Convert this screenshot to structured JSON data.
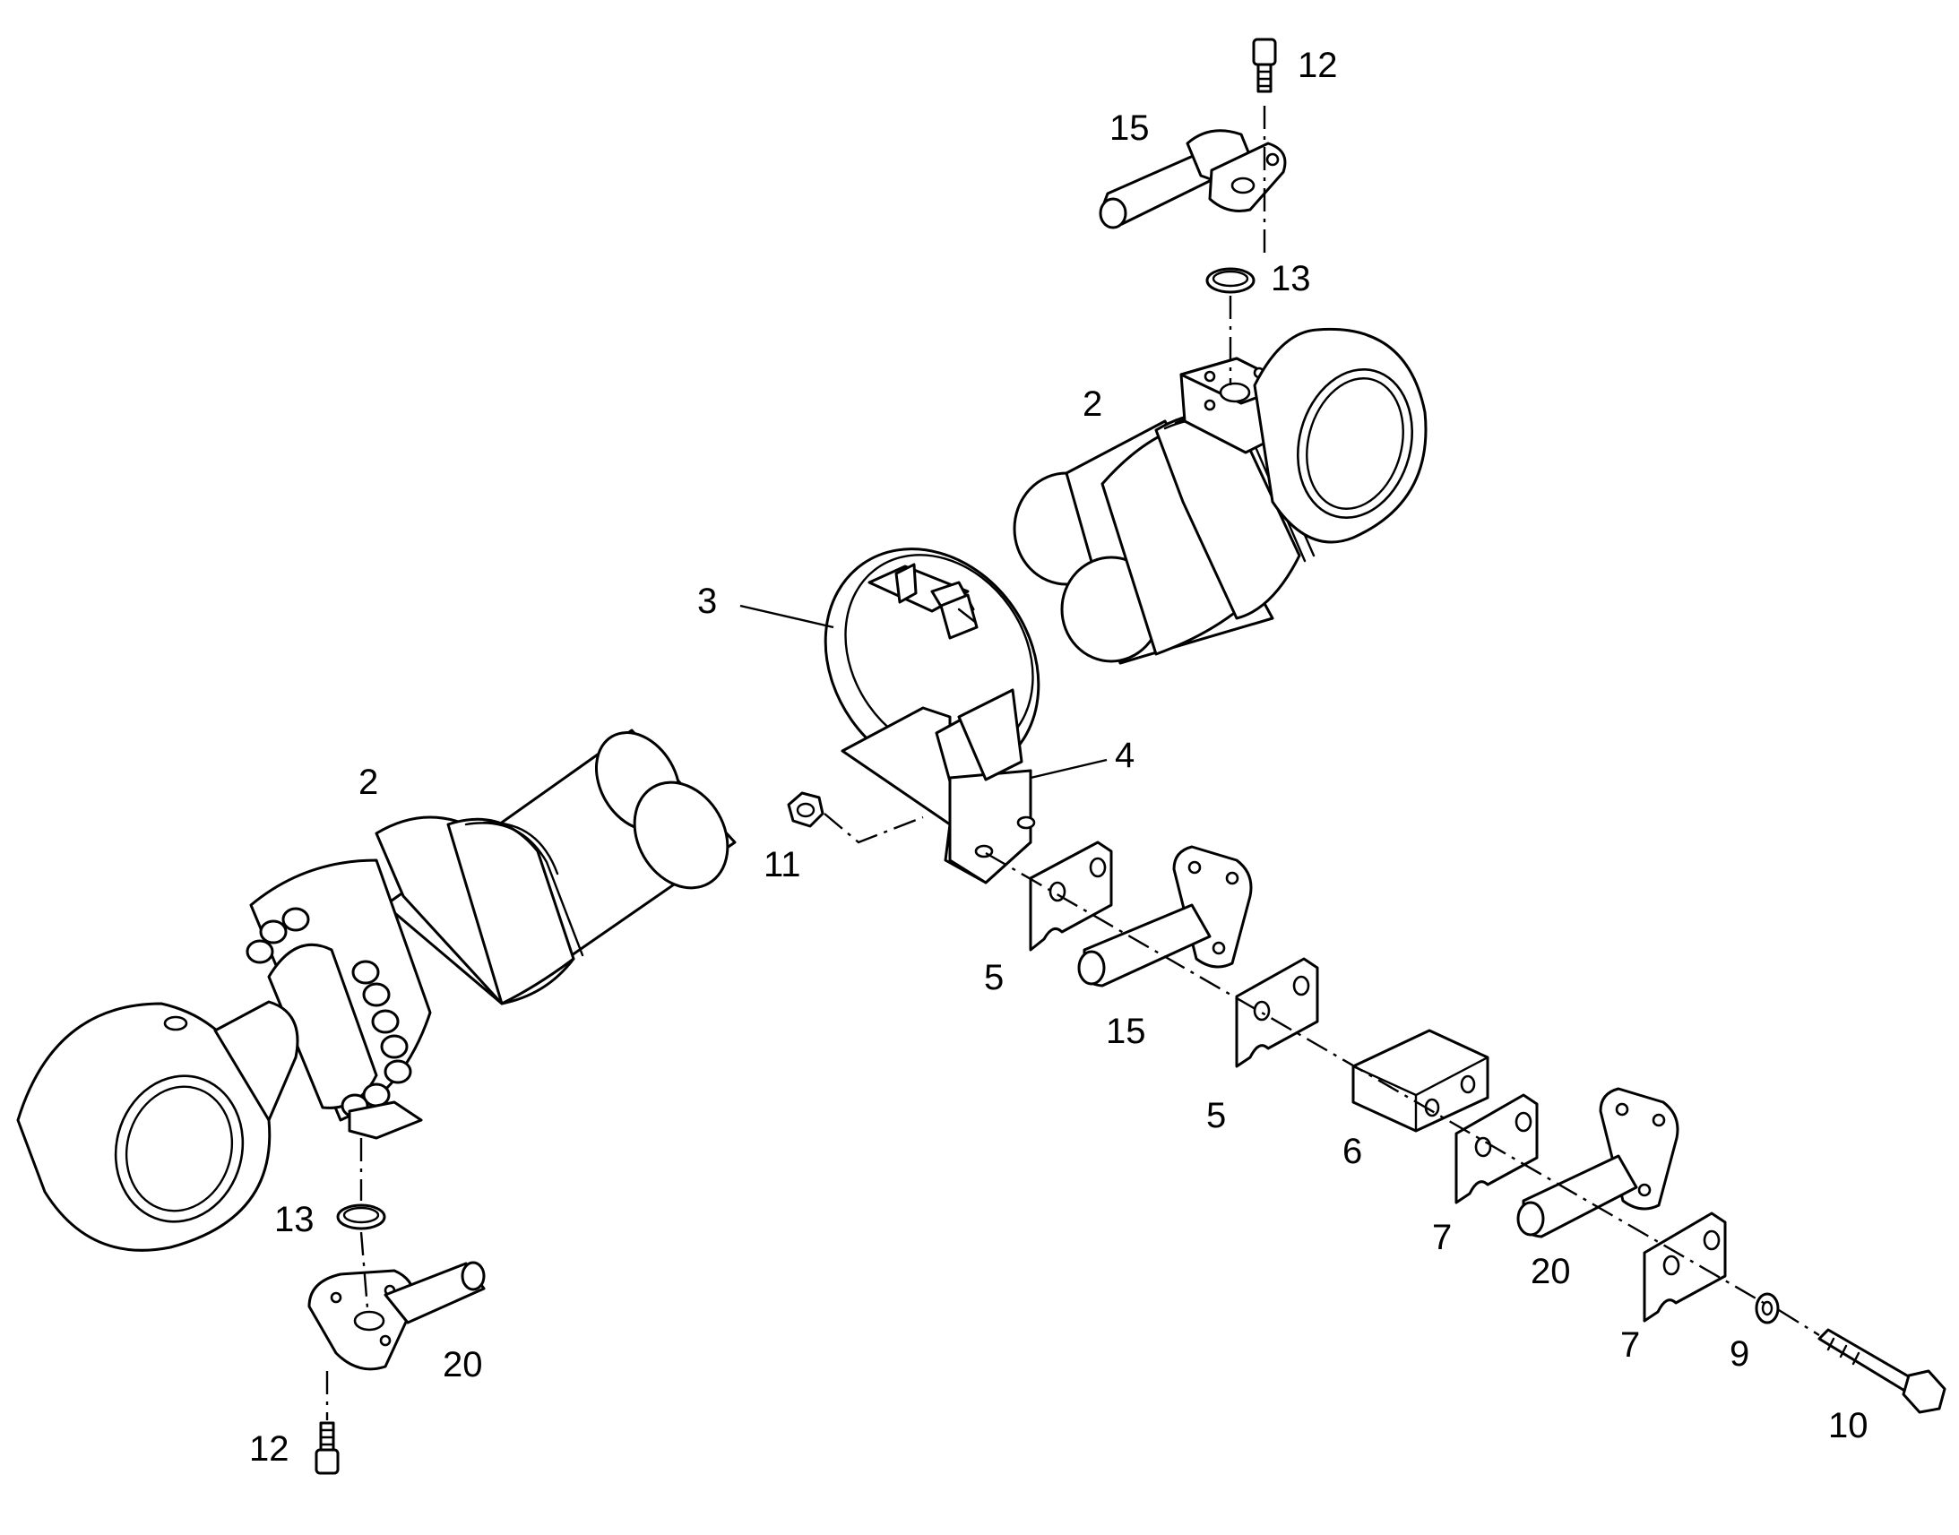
{
  "callouts": [
    {
      "id": "c12a",
      "text": "12"
    },
    {
      "id": "c15a",
      "text": "15"
    },
    {
      "id": "c13a",
      "text": "13"
    },
    {
      "id": "c2a",
      "text": "2"
    },
    {
      "id": "c3",
      "text": "3"
    },
    {
      "id": "c4",
      "text": "4"
    },
    {
      "id": "c2b",
      "text": "2"
    },
    {
      "id": "c11",
      "text": "11"
    },
    {
      "id": "c5a",
      "text": "5"
    },
    {
      "id": "c15b",
      "text": "15"
    },
    {
      "id": "c5b",
      "text": "5"
    },
    {
      "id": "c6",
      "text": "6"
    },
    {
      "id": "c7a",
      "text": "7"
    },
    {
      "id": "c20a",
      "text": "20"
    },
    {
      "id": "c7b",
      "text": "7"
    },
    {
      "id": "c9",
      "text": "9"
    },
    {
      "id": "c10",
      "text": "10"
    },
    {
      "id": "c13b",
      "text": "13"
    },
    {
      "id": "c20b",
      "text": "20"
    },
    {
      "id": "c12b",
      "text": "12"
    }
  ]
}
